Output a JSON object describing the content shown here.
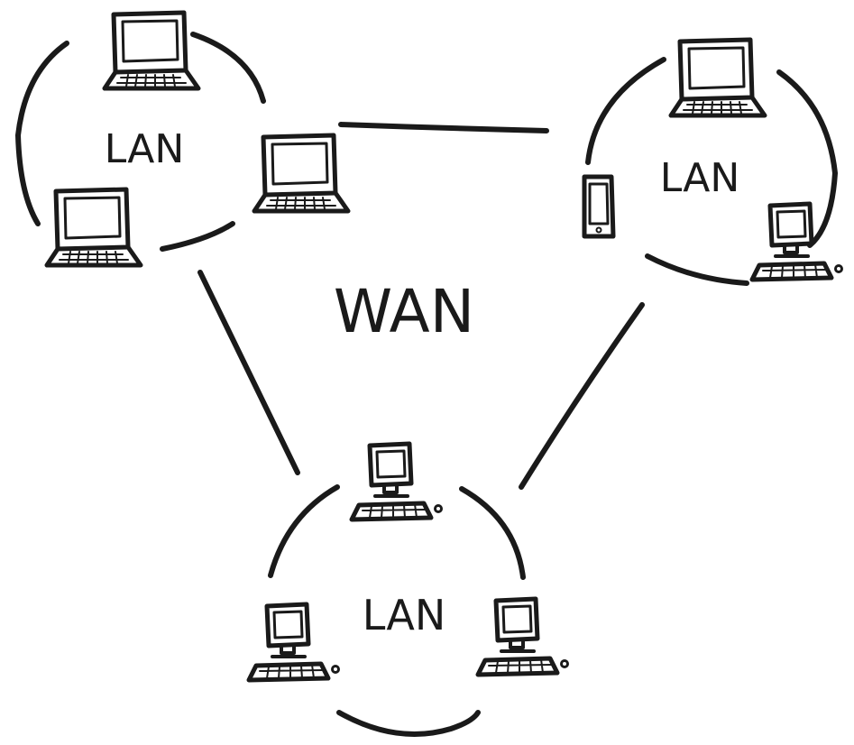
{
  "labels": {
    "wan": "WAN",
    "lan_top_left": "LAN",
    "lan_top_right": "LAN",
    "lan_bottom": "LAN"
  },
  "colors": {
    "ink": "#1a1a1a",
    "background": "#ffffff"
  },
  "icons": {
    "laptop": "laptop-icon",
    "desktop": "desktop-computer-icon",
    "phone": "smartphone-icon"
  }
}
